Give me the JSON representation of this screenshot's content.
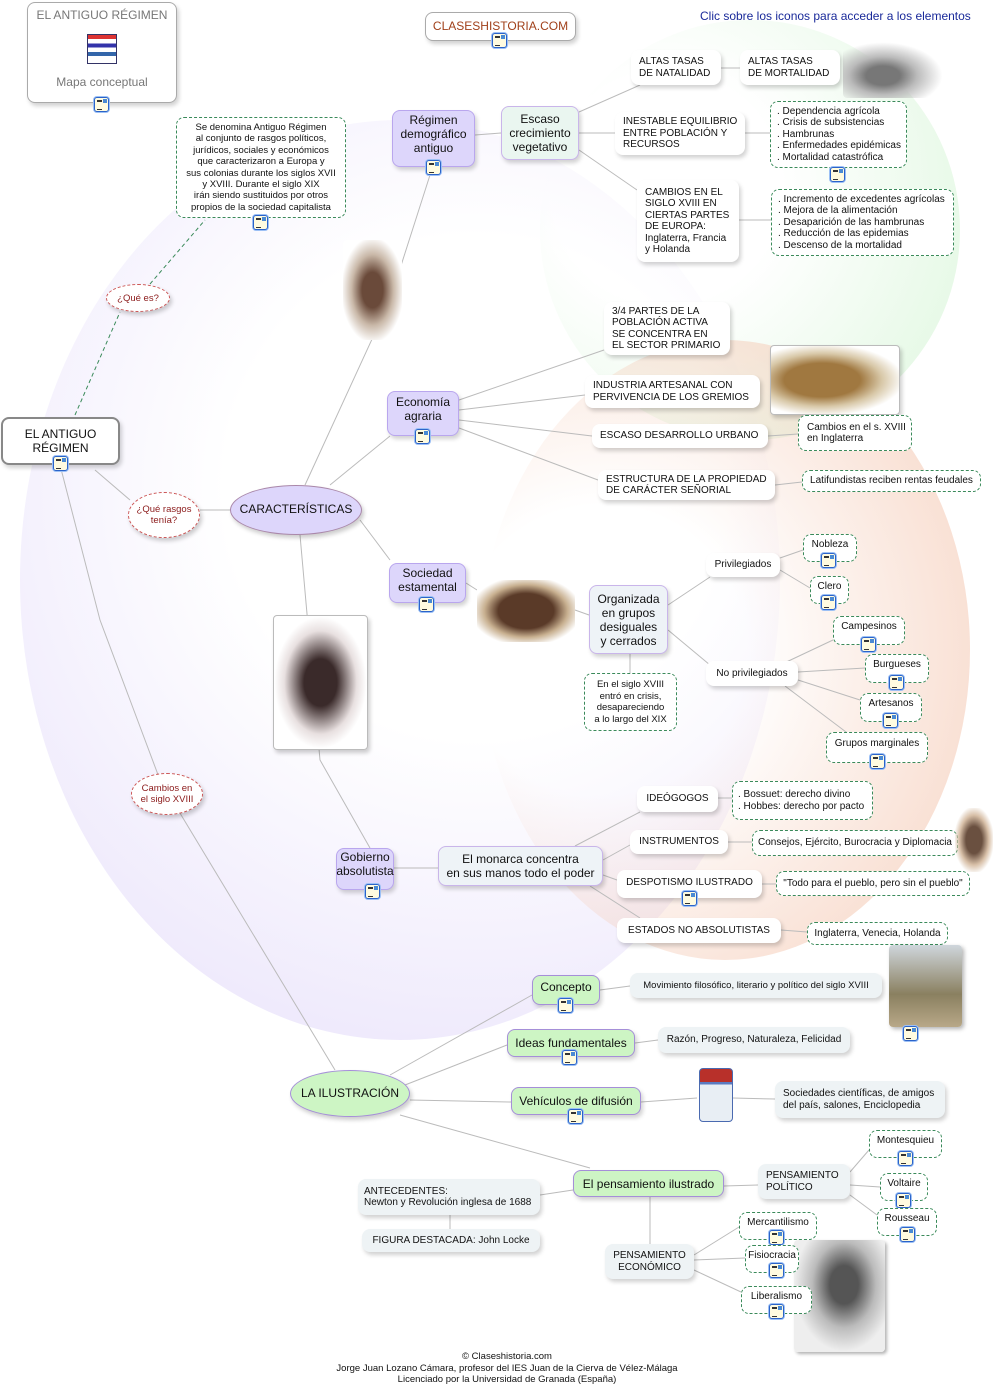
{
  "header": {
    "title": "EL ANTIGUO RÉGIMEN",
    "subtitle": "Mapa conceptual",
    "site": "CLASESHISTORIA.COM",
    "hint": "Clic sobre los iconos para acceder a los elementos"
  },
  "definition": "Se denomina Antiguo Régimen\nal conjunto de rasgos políticos,\njurídicos, sociales y económicos\nque caracterizaron a Europa y\nsus colonias durante los  siglos XVII\ny XVIII. Durante el siglo XIX\nirán siendo sustituidos por otros\npropios  de la sociedad capitalista",
  "root": "EL ANTIGUO\nRÉGIMEN",
  "links": {
    "que_es": "¿Qué es?",
    "rasgos": "¿Qué rasgos\ntenía?",
    "cambios": "Cambios en\nel siglo XVIII"
  },
  "caracteristicas": "CARACTERÍSTICAS",
  "demografia": {
    "title": "Régimen\ndemográfico\nantiguo",
    "escaso": "Escaso\ncrecimiento\nvegetativo",
    "natalidad": "ALTAS TASAS\nDE NATALIDAD",
    "mortalidad": "ALTAS TASAS\nDE MORTALIDAD",
    "inestable": "INESTABLE EQUILIBRIO\nENTRE POBLACIÓN Y\nRECURSOS",
    "cambios": "CAMBIOS EN EL\nSIGLO XVIII EN\nCIERTAS PARTES\nDE EUROPA:\nInglaterra, Francia\ny Holanda",
    "causas": ". Dependencia agrícola\n. Crisis de subsistencias\n. Hambrunas\n. Enfermedades epidémicas\n. Mortalidad catastrófica",
    "mejoras": ". Incremento de excedentes agrícolas\n. Mejora de la alimentación\n. Desaparición de las hambrunas\n. Reducción de las epidemias\n. Descenso de la mortalidad"
  },
  "economia": {
    "title": "Economía\nagraria",
    "primario": "3/4 PARTES DE LA\nPOBLACIÓN ACTIVA\nSE CONCENTRA EN\nEL SECTOR PRIMARIO",
    "industria": "INDUSTRIA ARTESANAL CON\nPERVIVENCIA DE LOS GREMIOS",
    "urbano": "ESCASO DESARROLLO URBANO",
    "propiedad": "ESTRUCTURA DE LA PROPIEDAD\nDE CARÁCTER SEÑORIAL",
    "inglaterra": "Cambios en el s. XVIII\nen Inglaterra",
    "latifundistas": "Latifundistas reciben rentas feudales"
  },
  "sociedad": {
    "title": "Sociedad\nestamental",
    "organizada": "Organizada\nen grupos\ndesiguales\ny cerrados",
    "crisis": "En el siglo XVIII\nentró en crisis,\ndesapareciendo\na lo largo del XIX",
    "privilegiados": "Privilegiados",
    "no_privilegiados": "No privilegiados",
    "nobleza": "Nobleza",
    "clero": "Clero",
    "campesinos": "Campesinos",
    "burgueses": "Burgueses",
    "artesanos": "Artesanos",
    "marginales": "Grupos marginales"
  },
  "gobierno": {
    "title": "Gobierno\nabsolutista",
    "monarca": "El monarca concentra\nen sus manos todo el poder",
    "ideologos": "IDEÓGOGOS",
    "ideologos_detail": ". Bossuet: derecho divino\n. Hobbes: derecho por pacto",
    "instrumentos": "INSTRUMENTOS",
    "instrumentos_detail": "Consejos, Ejército, Burocracia y Diplomacia",
    "despotismo": "DESPOTISMO ILUSTRADO",
    "despotismo_detail": "\"Todo para el pueblo, pero sin el pueblo\"",
    "no_abs": "ESTADOS NO ABSOLUTISTAS",
    "no_abs_detail": "Inglaterra, Venecia, Holanda"
  },
  "ilustracion": {
    "title": "LA ILUSTRACIÓN",
    "concepto": "Concepto",
    "concepto_detail": "Movimiento filosófico, literario y político del siglo XVIII",
    "ideas": "Ideas fundamentales",
    "ideas_detail": "Razón, Progreso, Naturaleza, Felicidad",
    "vehiculos": "Vehículos de difusión",
    "vehiculos_detail": "Sociedades científicas, de amigos\ndel país, salones, Enciclopedia",
    "pensamiento": "El pensamiento ilustrado",
    "antecedentes": "ANTECEDENTES:\nNewton y Revolución inglesa de 1688",
    "figura": "FIGURA DESTACADA: John Locke",
    "politico": "PENSAMIENTO\nPOLÍTICO",
    "montesquieu": "Montesquieu",
    "voltaire": "Voltaire",
    "rousseau": "Rousseau",
    "economico": "PENSAMIENTO\nECONÓMICO",
    "mercantilismo": "Mercantilismo",
    "fisiocracia": "Fisiocracia",
    "liberalismo": "Liberalismo"
  },
  "footer": {
    "line1": "© Claseshistoria.com",
    "line2": "Jorge Juan Lozano Cámara, profesor del IES Juan de la Cierva de Vélez-Málaga",
    "line3": "Licenciado por la Universidad de Granada (España)"
  }
}
